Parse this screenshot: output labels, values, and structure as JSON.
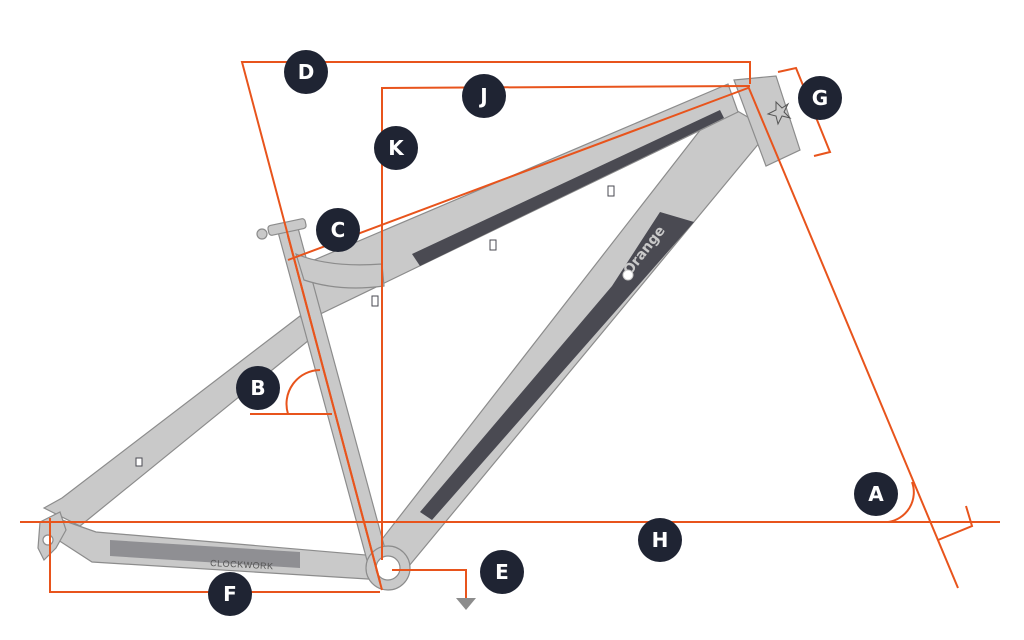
{
  "colors": {
    "measure_line": "#e8541c",
    "frame_fill": "#c9c9c9",
    "frame_outline": "#8c8c8c",
    "frame_dark": "#4a4a52",
    "badge_fill": "#1f2433",
    "badge_text": "#ffffff",
    "background": "#ffffff"
  },
  "frame": {
    "brand_label": "Orange",
    "model_label": "CLOCKWORK"
  },
  "dimension_labels": {
    "a": "A",
    "b": "B",
    "c": "C",
    "d": "D",
    "e": "E",
    "f": "F",
    "g": "G",
    "h": "H",
    "j": "J",
    "k": "K"
  }
}
